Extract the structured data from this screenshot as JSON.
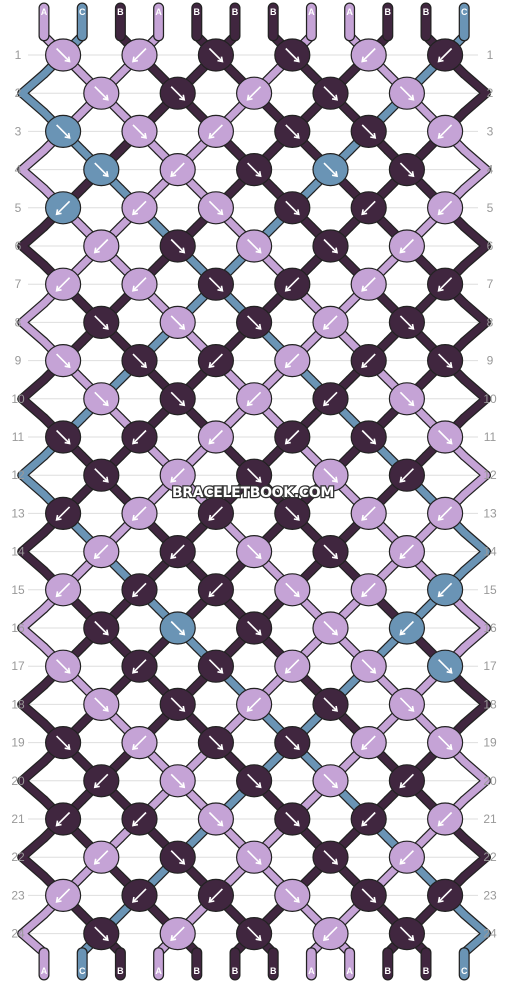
{
  "colors": {
    "A": "#c5a3d6",
    "B": "#40263f",
    "C": "#6a94b5",
    "background": "#ffffff",
    "row_number": "#999999",
    "arrow": "#ffffff"
  },
  "strands_top": [
    "A",
    "C",
    "B",
    "A",
    "B",
    "B",
    "B",
    "A",
    "A",
    "B",
    "B",
    "C"
  ],
  "strands_bottom": [
    "A",
    "C",
    "B",
    "A",
    "B",
    "B",
    "B",
    "A",
    "A",
    "B",
    "B",
    "C"
  ],
  "knot_rows": [
    [
      "A:rr",
      "A:ll",
      "B:rr",
      "B:rr",
      "A:ll",
      "B:ll"
    ],
    [
      "A:rr",
      "B:rr",
      "A:ll",
      "B:rr",
      "A:rr"
    ],
    [
      "C:rr",
      "A:rr",
      "A:ll",
      "B:rr",
      "B:rr",
      "A:ll"
    ],
    [
      "C:rr",
      "A:ll",
      "B:rr",
      "C:rr",
      "B:rr"
    ],
    [
      "C:ll",
      "A:ll",
      "A:rr",
      "B:rr",
      "B:ll",
      "A:ll"
    ],
    [
      "A:ll",
      "B:rr",
      "A:rr",
      "B:rr",
      "A:ll"
    ],
    [
      "A:ll",
      "A:ll",
      "B:rr",
      "B:ll",
      "A:ll",
      "B:ll"
    ],
    [
      "B:rr",
      "A:rr",
      "B:rr",
      "A:ll",
      "B:rr"
    ],
    [
      "A:rr",
      "B:rr",
      "B:ll",
      "A:ll",
      "B:ll",
      "B:rr"
    ],
    [
      "A:rr",
      "B:rr",
      "A:ll",
      "B:ll",
      "A:rr"
    ],
    [
      "B:rr",
      "B:ll",
      "A:ll",
      "B:ll",
      "B:rr",
      "A:rr"
    ],
    [
      "B:rr",
      "A:ll",
      "B:rr",
      "A:rr",
      "B:ll"
    ],
    [
      "B:ll",
      "A:ll",
      "B:ll",
      "B:rr",
      "A:ll",
      "A:ll"
    ],
    [
      "A:ll",
      "B:ll",
      "A:rr",
      "B:rr",
      "A:ll"
    ],
    [
      "A:ll",
      "B:ll",
      "B:ll",
      "A:rr",
      "A:ll",
      "C:ll"
    ],
    [
      "B:rr",
      "C:rr",
      "B:rr",
      "A:rr",
      "C:ll"
    ],
    [
      "A:rr",
      "B:ll",
      "B:rr",
      "A:ll",
      "A:rr",
      "C:rr"
    ],
    [
      "A:rr",
      "B:rr",
      "A:ll",
      "B:rr",
      "A:rr"
    ],
    [
      "B:rr",
      "A:ll",
      "B:rr",
      "B:rr",
      "A:ll",
      "A:rr"
    ],
    [
      "B:ll",
      "A:rr",
      "B:rr",
      "A:rr",
      "B:ll"
    ],
    [
      "B:ll",
      "B:ll",
      "A:rr",
      "B:rr",
      "B:ll",
      "A:ll"
    ],
    [
      "A:ll",
      "B:rr",
      "A:rr",
      "B:rr",
      "A:ll"
    ],
    [
      "A:ll",
      "B:ll",
      "B:ll",
      "A:rr",
      "B:rr",
      "B:ll"
    ],
    [
      "B:rr",
      "A:ll",
      "B:rr",
      "A:ll",
      "B:rr"
    ]
  ],
  "watermark": "BRACELETBOOK.COM"
}
